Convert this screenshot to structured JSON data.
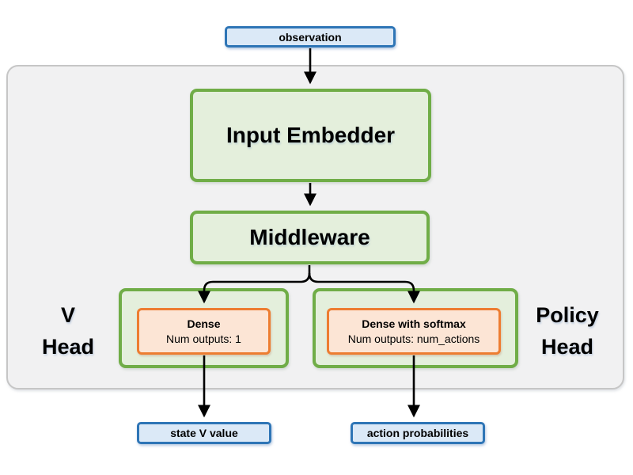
{
  "diagram": {
    "observation_label": "observation",
    "input_embedder_label": "Input Embedder",
    "middleware_label": "Middleware",
    "v_head": {
      "label_line1": "V",
      "label_line2": "Head",
      "dense_title": "Dense",
      "dense_subtitle": "Num outputs: 1"
    },
    "policy_head": {
      "label_line1": "Policy",
      "label_line2": "Head",
      "dense_title": "Dense with softmax",
      "dense_subtitle": "Num outputs: num_actions"
    },
    "output_left_label": "state V value",
    "output_right_label": "action probabilities",
    "colors": {
      "blue_border": "#2e75b6",
      "blue_fill": "#dbe9f7",
      "green_border": "#70ad47",
      "green_fill": "#e4efdc",
      "orange_border": "#ed7d31",
      "orange_fill": "#fce5d5",
      "container_border": "#c6c6c6",
      "container_fill": "#f1f1f2",
      "arrow": "#000000"
    }
  }
}
